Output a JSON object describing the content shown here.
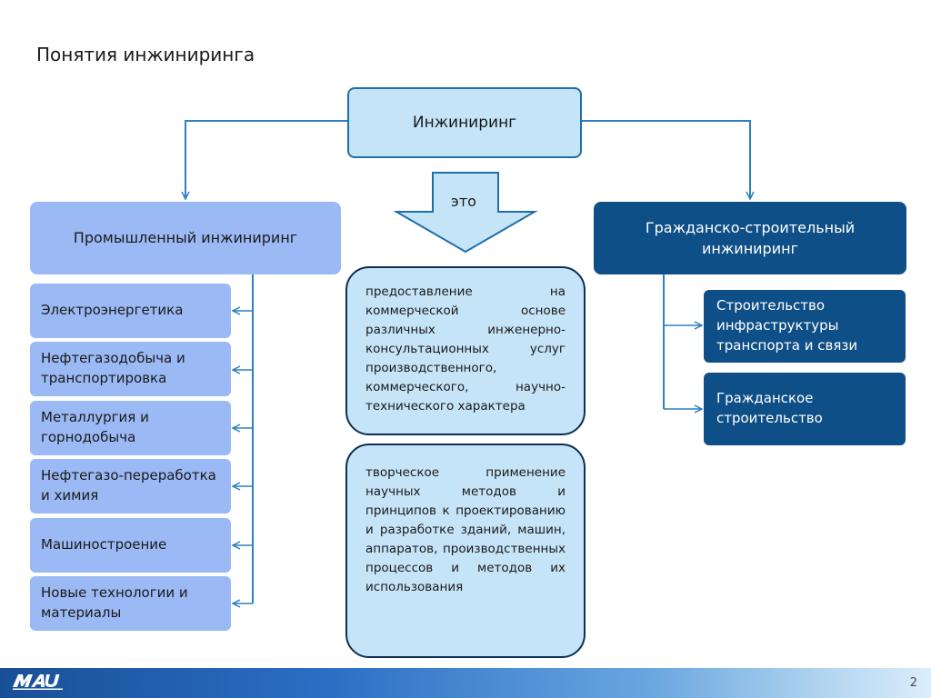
{
  "title": "Понятия инжиниринга",
  "main_concept": "Инжиниринг",
  "arrow_label": "это",
  "industrial": {
    "title": "Промышленный инжиниринг",
    "items": [
      "Электроэнергетика",
      "Нефтегазодобыча и транспортировка",
      "Металлургия  и горнодобыча",
      "Нефтегазо-переработка и химия",
      "Машиностроение",
      "Новые технологии и материалы"
    ]
  },
  "civil": {
    "title": "Гражданско-строительный инжиниринг",
    "items": [
      "Строительство инфраструктуры транспорта и связи",
      "Гражданское строительство"
    ]
  },
  "definitions": [
    "предоставление на коммерческой основе различных инженерно-консультационных услуг производственного, коммерческого, научно-технического характера",
    "творческое применение научных методов и принципов к проектированию и разработке зданий, машин, аппаратов, производственных процессов и методов их использования"
  ],
  "footer": {
    "page_number": "2"
  },
  "colors": {
    "connector": "#2f7fc1",
    "light_fill": "#c5e4f8",
    "industrial_fill": "#9bb9f4",
    "civil_fill": "#0f4f87"
  }
}
